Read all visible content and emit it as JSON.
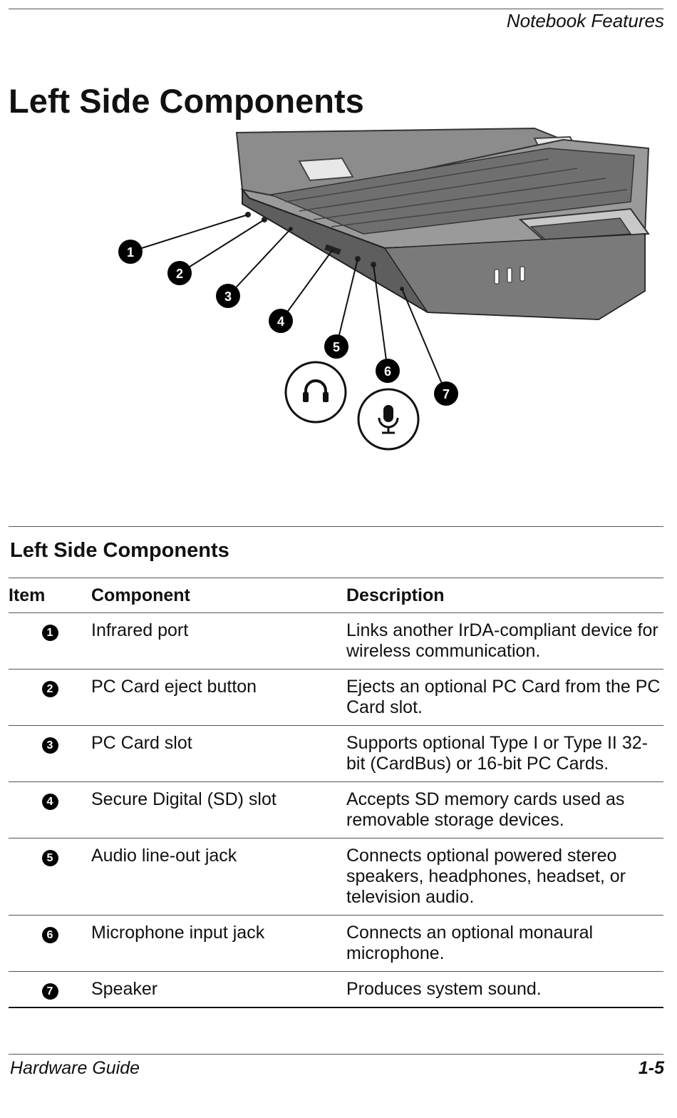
{
  "header": {
    "section": "Notebook Features"
  },
  "page_title": "Left Side Components",
  "figure": {
    "callouts": [
      "1",
      "2",
      "3",
      "4",
      "5",
      "6",
      "7"
    ],
    "icons": [
      "headphones-icon",
      "microphone-icon"
    ]
  },
  "table": {
    "title": "Left Side Components",
    "headers": {
      "item": "Item",
      "component": "Component",
      "description": "Description"
    },
    "rows": [
      {
        "item": "1",
        "component": "Infrared port",
        "description": "Links another IrDA-compliant device for wireless communication."
      },
      {
        "item": "2",
        "component": "PC Card eject button",
        "description": "Ejects an optional PC Card from the PC Card slot."
      },
      {
        "item": "3",
        "component": "PC Card slot",
        "description": "Supports optional Type I or Type II 32-bit (CardBus) or 16-bit PC Cards."
      },
      {
        "item": "4",
        "component": "Secure Digital (SD) slot",
        "description": "Accepts SD memory cards used as removable storage devices."
      },
      {
        "item": "5",
        "component": "Audio line-out jack",
        "description": "Connects optional powered stereo speakers, headphones, headset, or television audio."
      },
      {
        "item": "6",
        "component": "Microphone input jack",
        "description": "Connects an optional monaural microphone."
      },
      {
        "item": "7",
        "component": "Speaker",
        "description": "Produces system sound."
      }
    ]
  },
  "footer": {
    "guide": "Hardware Guide",
    "page": "1-5"
  }
}
